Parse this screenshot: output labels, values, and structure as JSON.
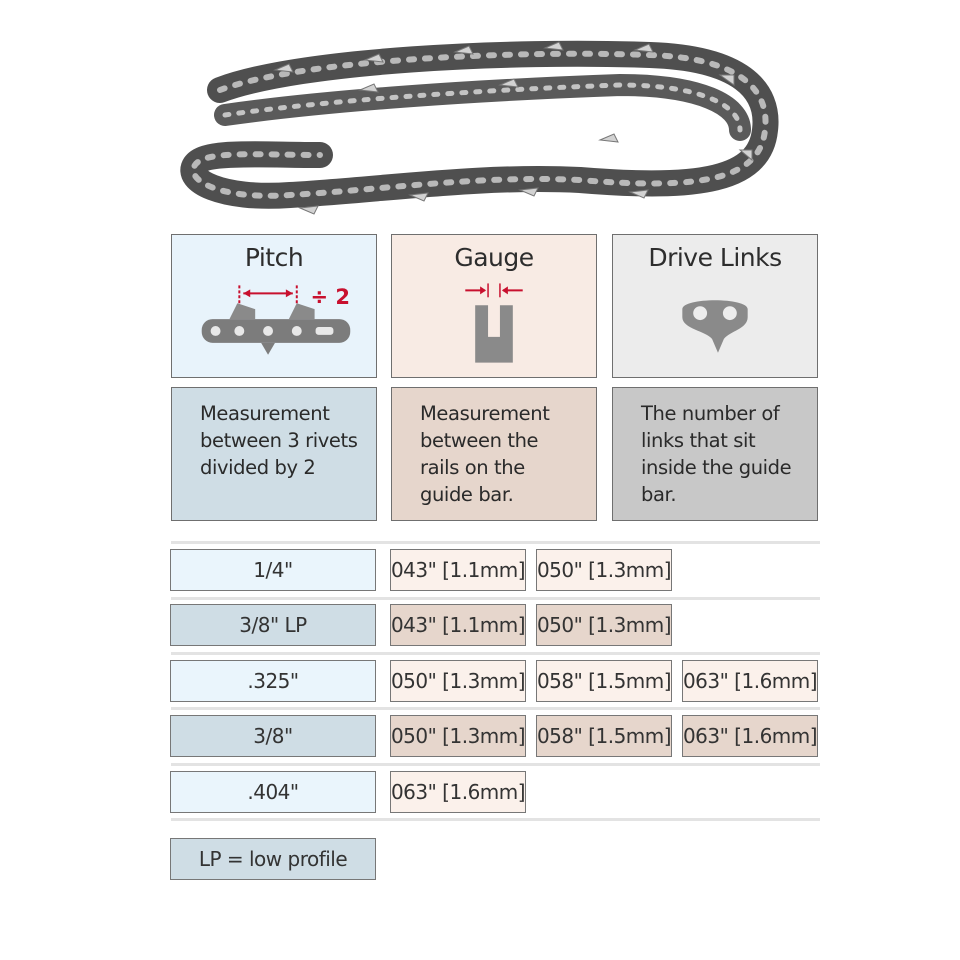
{
  "cards": [
    {
      "title": "Pitch",
      "icon": "pitch-chain-diagram-icon",
      "factor_label": "÷ 2",
      "description": "Measurement\nbetween 3 rivets\ndivided by 2"
    },
    {
      "title": "Gauge",
      "icon": "gauge-groove-diagram-icon",
      "description": "Measurement\nbetween the\nrails on the\nguide bar."
    },
    {
      "title": "Drive Links",
      "icon": "drive-link-icon",
      "description": "The number of\nlinks that sit\ninside the guide\nbar."
    }
  ],
  "rows": [
    {
      "pitch": "1/4\"",
      "gauges": [
        "043\" [1.1mm]",
        "050\" [1.3mm]"
      ]
    },
    {
      "pitch": "3/8\" LP",
      "gauges": [
        "043\" [1.1mm]",
        "050\" [1.3mm]"
      ]
    },
    {
      "pitch": ".325\"",
      "gauges": [
        "050\" [1.3mm]",
        "058\" [1.5mm]",
        "063\" [1.6mm]"
      ]
    },
    {
      "pitch": "3/8\"",
      "gauges": [
        "050\" [1.3mm]",
        "058\" [1.5mm]",
        "063\" [1.6mm]"
      ]
    },
    {
      "pitch": ".404\"",
      "gauges": [
        "063\" [1.6mm]"
      ]
    }
  ],
  "legend": "LP = low profile",
  "colors": {
    "pitch_light": "#e8f3fb",
    "pitch_dark": "#cfdde5",
    "gauge_light": "#f8ebe4",
    "gauge_dark": "#e6d6cc",
    "links_light": "#ececec",
    "links_dark": "#c8c8c8",
    "accent_red": "#c8102e",
    "border": "#6f6f6f"
  }
}
